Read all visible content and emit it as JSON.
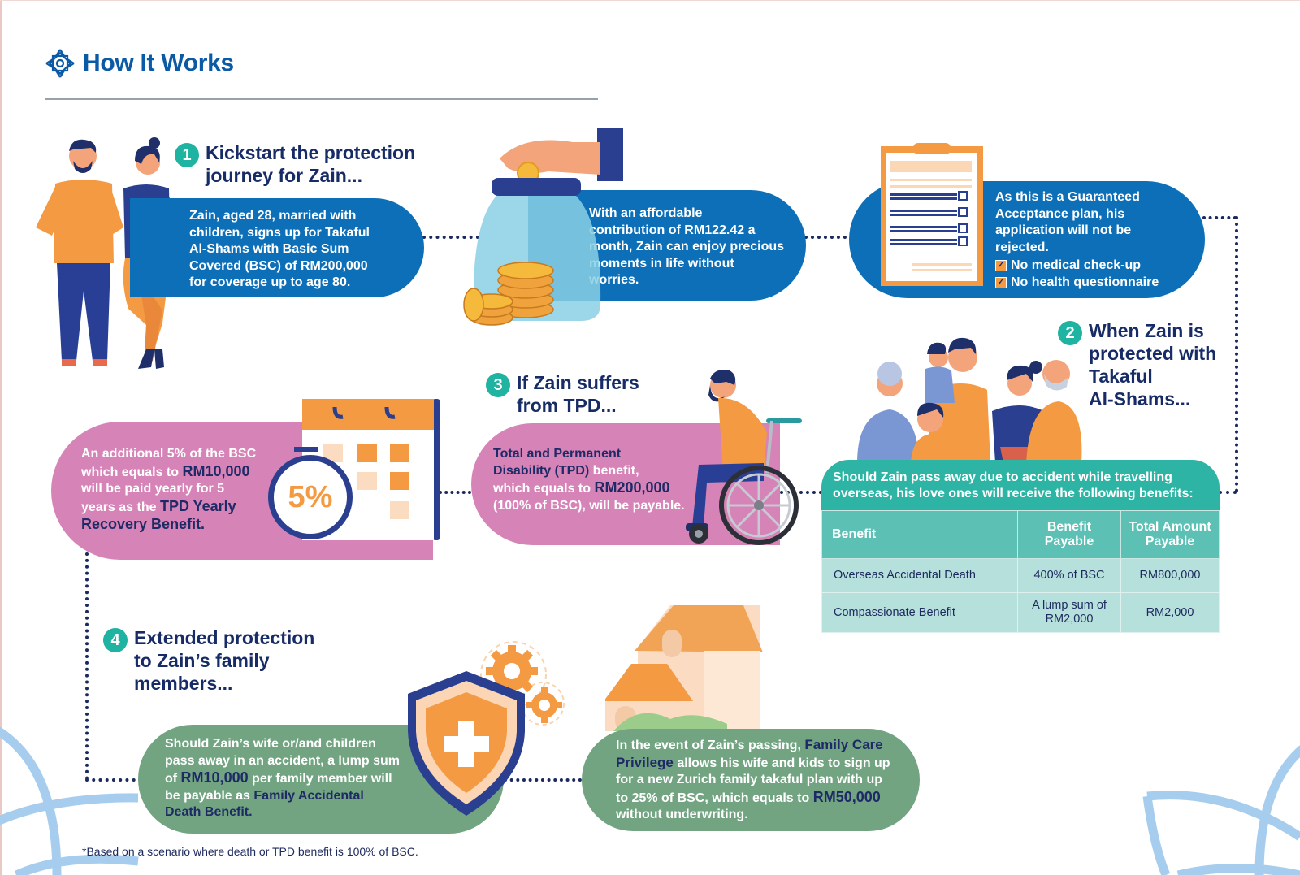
{
  "header": {
    "title": "How It Works",
    "icon": "flower-logo-icon"
  },
  "steps": [
    {
      "number": "1",
      "title_line1": "Kickstart the protection",
      "title_line2": "journey for Zain...",
      "icon": "couple-illustration"
    },
    {
      "number": "2",
      "title_lines": [
        "When Zain is",
        "protected with",
        "Takaful",
        "Al-Shams..."
      ],
      "icon": "family-illustration"
    },
    {
      "number": "3",
      "title_line1": "If Zain suffers",
      "title_line2": "from TPD...",
      "icon": "wheelchair-illustration"
    },
    {
      "number": "4",
      "title_lines": [
        "Extended protection",
        "to Zain’s family",
        "members..."
      ],
      "icon": "shield-illustration"
    }
  ],
  "cards": {
    "signup": {
      "lines": [
        "Zain, aged 28, married with",
        "children, signs up for Takaful",
        "Al-Shams with Basic Sum",
        "Covered (BSC) of RM200,000",
        "for coverage up to age 80."
      ]
    },
    "contribution": {
      "lines": [
        "With an affordable",
        "contribution of RM122.42 a",
        "month, Zain can enjoy precious",
        "moments in life without",
        "worries."
      ]
    },
    "acceptance": {
      "lines": [
        "As this is a Guaranteed",
        "Acceptance plan, his",
        "application will not be",
        "rejected."
      ],
      "checklist": [
        "No medical check-up",
        "No health questionnaire"
      ]
    },
    "tpd": {
      "bold_line1": "Total and Permanent",
      "bold_line2": "Disability (TPD)",
      "text_after": " benefit,",
      "line3_pre": "which equals to ",
      "amount": "RM200,000",
      "line4": "(100% of BSC), will be payable."
    },
    "yearly": {
      "line1": "An additional 5% of the BSC",
      "line2_pre": "which equals to ",
      "amount": "RM10,000",
      "line3": "will be paid yearly for 5",
      "line4_pre": "years as the ",
      "highlight1": "TPD Yearly",
      "highlight2": "Recovery Benefit.",
      "badge": "5%"
    },
    "family_accident": {
      "line1": "Should Zain’s wife or/and children",
      "line2": "pass away in an accident, a lump sum",
      "line3_pre": "of ",
      "amount": "RM10,000",
      "line3_post": " per family member will",
      "line4_pre": "be payable as ",
      "highlight1": "Family Accidental",
      "highlight2": "Death Benefit."
    },
    "family_care": {
      "line1_pre": "In the event of Zain’s passing, ",
      "highlight1": "Family Care",
      "highlight2": "Privilege",
      "line2_post": " allows his wife and kids to sign up",
      "line3": "for a new Zurich family takaful plan with up",
      "line4_pre": "to 25% of BSC, which equals to ",
      "amount": "RM50,000",
      "line5": "without underwriting."
    }
  },
  "benefits_table": {
    "intro_line1": "Should Zain pass away due to accident while travelling",
    "intro_line2": "overseas, his love ones will receive the following benefits:",
    "columns": [
      "Benefit",
      "Benefit Payable",
      "Total Amount Payable"
    ],
    "columns_split": {
      "c2a": "Benefit",
      "c2b": "Payable",
      "c3a": "Total Amount",
      "c3b": "Payable"
    },
    "rows": [
      {
        "benefit": "Overseas Accidental Death",
        "payable": "400% of BSC",
        "total": "RM800,000"
      },
      {
        "benefit": "Compassionate Benefit",
        "payable_a": "A lump sum of",
        "payable_b": "RM2,000",
        "total": "RM2,000"
      }
    ]
  },
  "footnote": "*Based on a scenario where death or TPD benefit is 100% of BSC.",
  "colors": {
    "brand_blue": "#0b5aa6",
    "card_blue": "#0c6fb8",
    "card_pink": "#d683b7",
    "card_green": "#72a482",
    "teal": "#2db4a4",
    "navy": "#1d2a5e",
    "orange": "#f39a43",
    "light_blue_deco": "#a7cdee"
  }
}
